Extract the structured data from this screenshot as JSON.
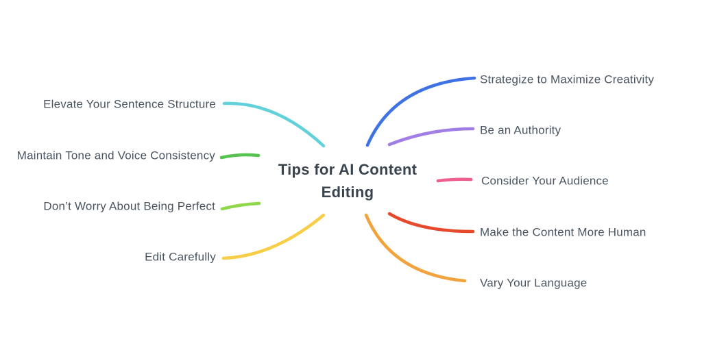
{
  "diagram": {
    "type": "mindmap",
    "background_color": "#ffffff",
    "center": {
      "title": "Tips for AI Content Editing",
      "text_color": "#3a444e"
    },
    "label_text_color": "#4a5560",
    "branches": [
      {
        "id": "elevate-sentence-structure",
        "side": "left",
        "label": "Elevate Your Sentence Structure",
        "color": "#63d1d9"
      },
      {
        "id": "maintain-tone-voice",
        "side": "left",
        "label": "Maintain Tone and Voice Consistency",
        "color": "#56c24f"
      },
      {
        "id": "dont-worry-perfect",
        "side": "left",
        "label": "Don’t Worry About Being Perfect",
        "color": "#8fd74b"
      },
      {
        "id": "edit-carefully",
        "side": "left",
        "label": "Edit Carefully",
        "color": "#f8ce49"
      },
      {
        "id": "strategize-creativity",
        "side": "right",
        "label": "Strategize to Maximize Creativity",
        "color": "#3f73e3"
      },
      {
        "id": "be-an-authority",
        "side": "right",
        "label": "Be an Authority",
        "color": "#a07ee6"
      },
      {
        "id": "consider-your-audience",
        "side": "right",
        "label": "Consider Your Audience",
        "color": "#ef5f8e"
      },
      {
        "id": "make-content-human",
        "side": "right",
        "label": "Make the Content More Human",
        "color": "#e7492c"
      },
      {
        "id": "vary-your-language",
        "side": "right",
        "label": "Vary Your Language",
        "color": "#f2a33e"
      }
    ]
  }
}
